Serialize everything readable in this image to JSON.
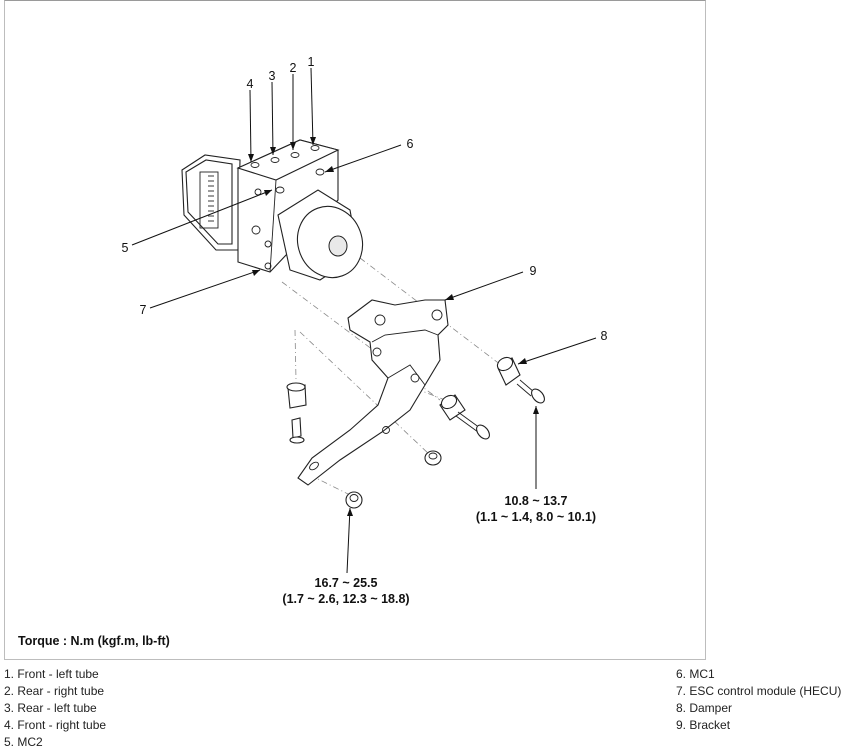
{
  "callouts": [
    {
      "id": "1",
      "label": "1"
    },
    {
      "id": "2",
      "label": "2"
    },
    {
      "id": "3",
      "label": "3"
    },
    {
      "id": "4",
      "label": "4"
    },
    {
      "id": "5",
      "label": "5"
    },
    {
      "id": "6",
      "label": "6"
    },
    {
      "id": "7",
      "label": "7"
    },
    {
      "id": "8",
      "label": "8"
    },
    {
      "id": "9",
      "label": "9"
    }
  ],
  "torque_specs": [
    {
      "line1": "10.8 ~ 13.7",
      "line2": "(1.1 ~ 1.4, 8.0 ~ 10.1)"
    },
    {
      "line1": "16.7 ~ 25.5",
      "line2": "(1.7 ~ 2.6, 12.3 ~ 18.8)"
    }
  ],
  "torque_caption": "Torque : N.m (kgf.m, lb-ft)",
  "legend": {
    "left": [
      "1. Front - left tube",
      "2. Rear - right tube",
      "3. Rear - left tube",
      "4. Front - right tube",
      "5. MC2"
    ],
    "right": [
      "6. MC1",
      "7. ESC control module (HECU)",
      "8. Damper",
      "9. Bracket"
    ]
  }
}
